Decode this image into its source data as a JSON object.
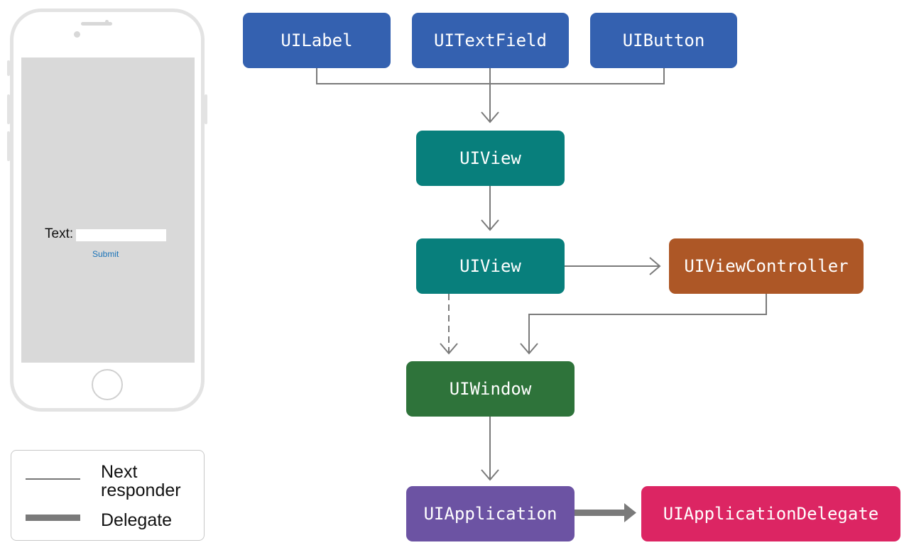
{
  "phone": {
    "text_label": "Text:",
    "text_field_value": "",
    "submit_label": "Submit"
  },
  "nodes": {
    "uilabel": "UILabel",
    "uitextfield": "UITextField",
    "uibutton": "UIButton",
    "uiview_top": "UIView",
    "uiview_bottom": "UIView",
    "uiviewcontroller": "UIViewController",
    "uiwindow": "UIWindow",
    "uiapplication": "UIApplication",
    "uiapplicationdelegate": "UIApplicationDelegate"
  },
  "legend": {
    "next_responder_line1": "Next",
    "next_responder_line2": "responder",
    "delegate": "Delegate"
  },
  "colors": {
    "uikit_control": "#3461b0",
    "view": "#087f7c",
    "view_controller": "#ad5726",
    "window": "#2e733a",
    "application": "#6c53a3",
    "app_delegate": "#dc2563",
    "arrow": "#7a7a7a"
  }
}
